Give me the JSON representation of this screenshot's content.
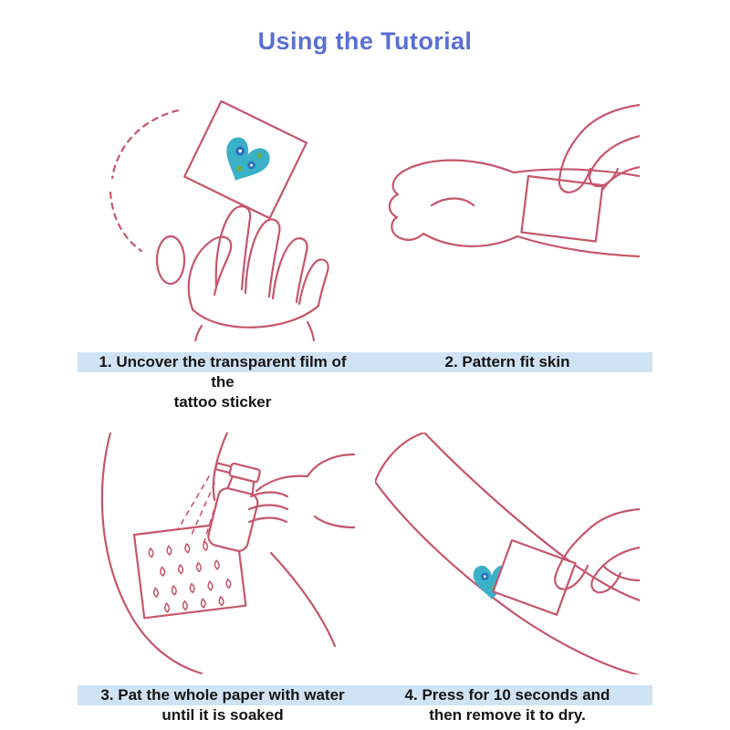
{
  "page": {
    "title": "Using the Tutorial"
  },
  "colors": {
    "title_text": "#5a6fd1",
    "line_art": "#c5566c",
    "caption_highlight": "#cfe3f5",
    "caption_text": "#141414",
    "card_fill": "#ffffff",
    "tattoo_teal": "#3ab1c9",
    "tattoo_blue": "#2f6fc1",
    "tattoo_green": "#6cae4c"
  },
  "steps": [
    {
      "id": 1,
      "illustration": "hand-peeling-transparent-film-from-tattoo-sticker",
      "caption_lines": [
        "1. Uncover the transparent film of the",
        "tattoo sticker"
      ]
    },
    {
      "id": 2,
      "illustration": "hand-placing-pattern-card-on-wrist-skin",
      "caption_lines": [
        "2. Pattern fit skin"
      ]
    },
    {
      "id": 3,
      "illustration": "spray-bottle-wetting-paper-on-arm",
      "caption_lines": [
        "3. Pat the whole paper with water",
        "until it is soaked"
      ]
    },
    {
      "id": 4,
      "illustration": "hand-pressing-paper-over-tattoo-on-arm",
      "caption_lines": [
        "4. Press for 10 seconds and",
        "then remove it to dry."
      ]
    }
  ]
}
